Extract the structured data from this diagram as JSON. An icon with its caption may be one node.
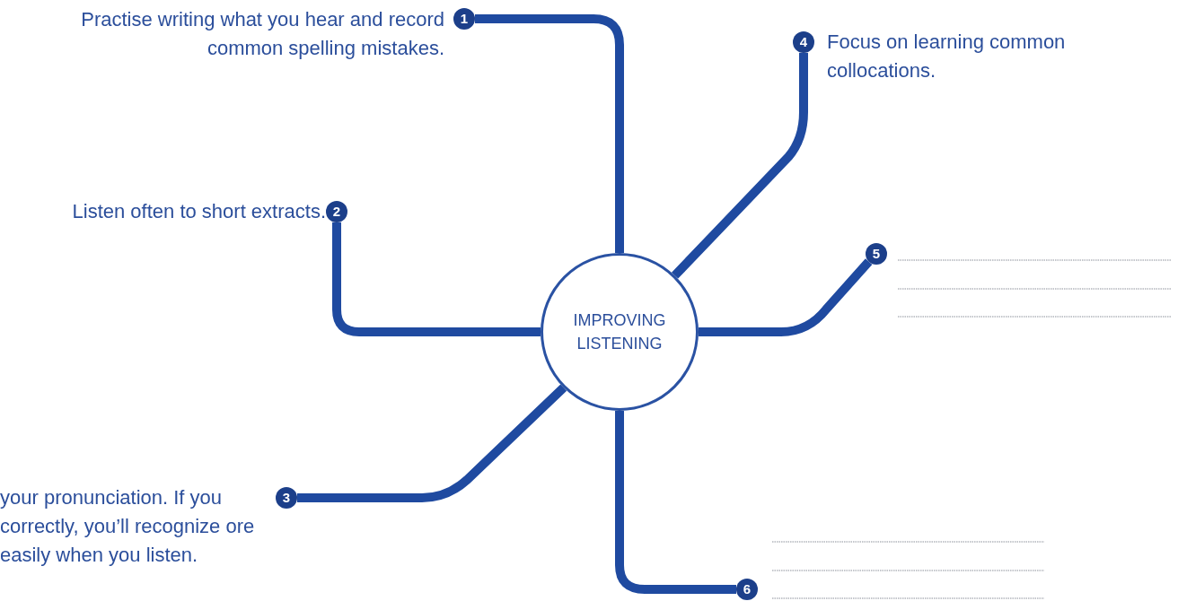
{
  "diagram": {
    "nodes": [
      {
        "text": [
          "IMPROVING LISTENING"
        ]
      },
      {
        "text": [
          "1"
        ],
        "beside": [
          "Practise writing what you hear and record common spelling mistakes."
        ]
      },
      {
        "text": [
          "2"
        ],
        "beside": [
          "Listen often to short extracts."
        ]
      },
      {
        "text": [
          "3"
        ],
        "beside": [
          "your pronunciation. If you correctly, you’ll recognize ore easily when you listen."
        ]
      },
      {
        "text": [
          "4"
        ],
        "beside": [
          "Focus on learning common collocations."
        ]
      },
      {
        "text": [
          "5"
        ]
      },
      {
        "text": [
          "6"
        ]
      }
    ],
    "edges": [
      {
        "from": 0,
        "to": 1,
        "arrow": "none"
      },
      {
        "from": 0,
        "to": 2,
        "arrow": "none"
      },
      {
        "from": 0,
        "to": 3,
        "arrow": "none"
      },
      {
        "from": 0,
        "to": 4,
        "arrow": "none"
      },
      {
        "from": 0,
        "to": 5,
        "arrow": "none"
      },
      {
        "from": 0,
        "to": 6,
        "arrow": "none"
      }
    ]
  }
}
